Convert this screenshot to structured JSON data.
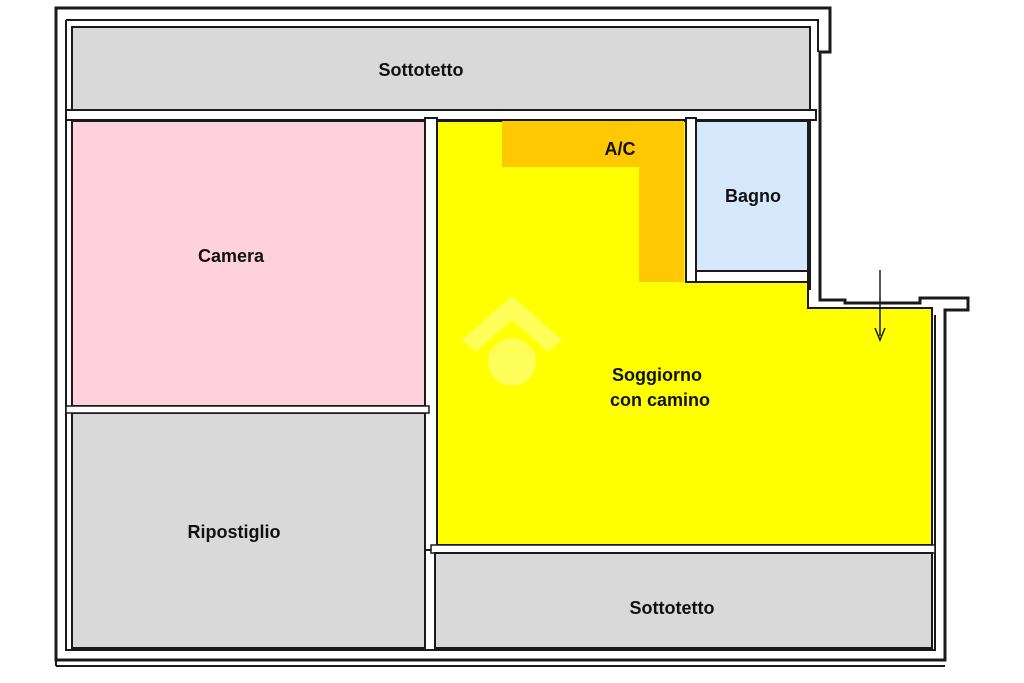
{
  "plan": {
    "rooms": {
      "sottotetto_top": {
        "label": "Sottotetto",
        "color": "#d9d9d9"
      },
      "camera": {
        "label": "Camera",
        "color": "#ffd1dc"
      },
      "ac": {
        "label": "A/C",
        "color": "#ffc800"
      },
      "bagno": {
        "label": "Bagno",
        "color": "#d6e8fb"
      },
      "soggiorno": {
        "label_line1": "Soggiorno",
        "label_line2": "con camino",
        "color": "#ffff00"
      },
      "ripostiglio": {
        "label": "Ripostiglio",
        "color": "#d9d9d9"
      },
      "sottotetto_bottom": {
        "label": "Sottotetto",
        "color": "#d9d9d9"
      }
    },
    "wall_color": "#1a1a1a",
    "entrance_arrow_icon": "down-arrow-icon",
    "watermark_icon": "house-logo-icon"
  }
}
